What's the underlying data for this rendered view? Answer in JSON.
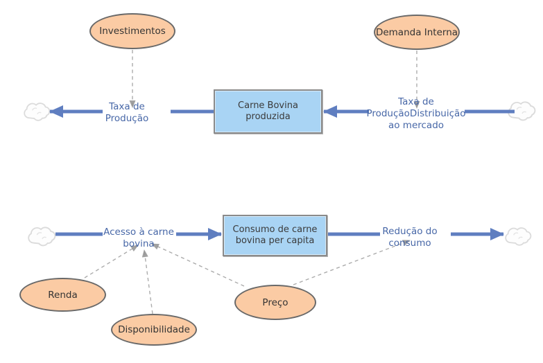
{
  "diagram_type": "stock-and-flow",
  "colors": {
    "stock_fill": "#A9D4F4",
    "stock_border": "#8a8a8a",
    "auxiliary_fill": "#FBCBA4",
    "auxiliary_border": "#696969",
    "flow_arrow": "#5F7EC0",
    "flow_label_text": "#4767A7",
    "connector_dashed": "#ACACAC",
    "connector_arrowhead": "#919191",
    "cloud_stroke": "#DBDBDB",
    "node_text": "#3a3a3a",
    "background": "#ffffff"
  },
  "stocks": [
    {
      "id": "carne_bovina_produzida",
      "lines": [
        "Carne Bovina",
        "produzida"
      ]
    },
    {
      "id": "consumo_per_capita",
      "lines": [
        "Consumo de carne",
        "bovina per capita"
      ]
    }
  ],
  "auxiliaries": [
    {
      "id": "investimentos",
      "label": "Investimentos"
    },
    {
      "id": "demanda_interna",
      "label": "Demanda Interna"
    },
    {
      "id": "renda",
      "label": "Renda"
    },
    {
      "id": "disponibilidade",
      "label": "Disponibilidade"
    },
    {
      "id": "preco",
      "label": "Preço"
    }
  ],
  "flow_labels": [
    {
      "id": "taxa_producao",
      "lines": [
        "Taxa de",
        "Produção"
      ]
    },
    {
      "id": "taxa_distribuicao",
      "lines": [
        "Taxa de",
        "ProduçãoDistribuição",
        "ao mercado"
      ]
    },
    {
      "id": "acesso_carne",
      "lines": [
        "Acesso à carne",
        "bovina"
      ]
    },
    {
      "id": "reducao_consumo",
      "lines": [
        "Redução do",
        "consumo"
      ]
    }
  ],
  "flows": [
    {
      "label": "Taxa de Produção",
      "from": "Carne Bovina produzida",
      "to": "cloud-sink-left"
    },
    {
      "label": "Taxa de ProduçãoDistribuição ao mercado",
      "from": "cloud-source-right",
      "to": "Carne Bovina produzida"
    },
    {
      "label": "Acesso à carne bovina",
      "from": "cloud-source-left",
      "to": "Consumo de carne bovina per capita"
    },
    {
      "label": "Redução do consumo",
      "from": "Consumo de carne bovina per capita",
      "to": "cloud-sink-right"
    }
  ],
  "connectors": [
    {
      "from": "Investimentos",
      "to": "Taxa de Produção",
      "style": "dashed"
    },
    {
      "from": "Demanda Interna",
      "to": "Taxa de ProduçãoDistribuição ao mercado",
      "style": "dashed"
    },
    {
      "from": "Renda",
      "to": "Acesso à carne bovina",
      "style": "dashed"
    },
    {
      "from": "Disponibilidade",
      "to": "Acesso à carne bovina",
      "style": "dashed"
    },
    {
      "from": "Preço",
      "to": "Acesso à carne bovina",
      "style": "dashed"
    },
    {
      "from": "Preço",
      "to": "Redução do consumo",
      "style": "dashed"
    }
  ]
}
